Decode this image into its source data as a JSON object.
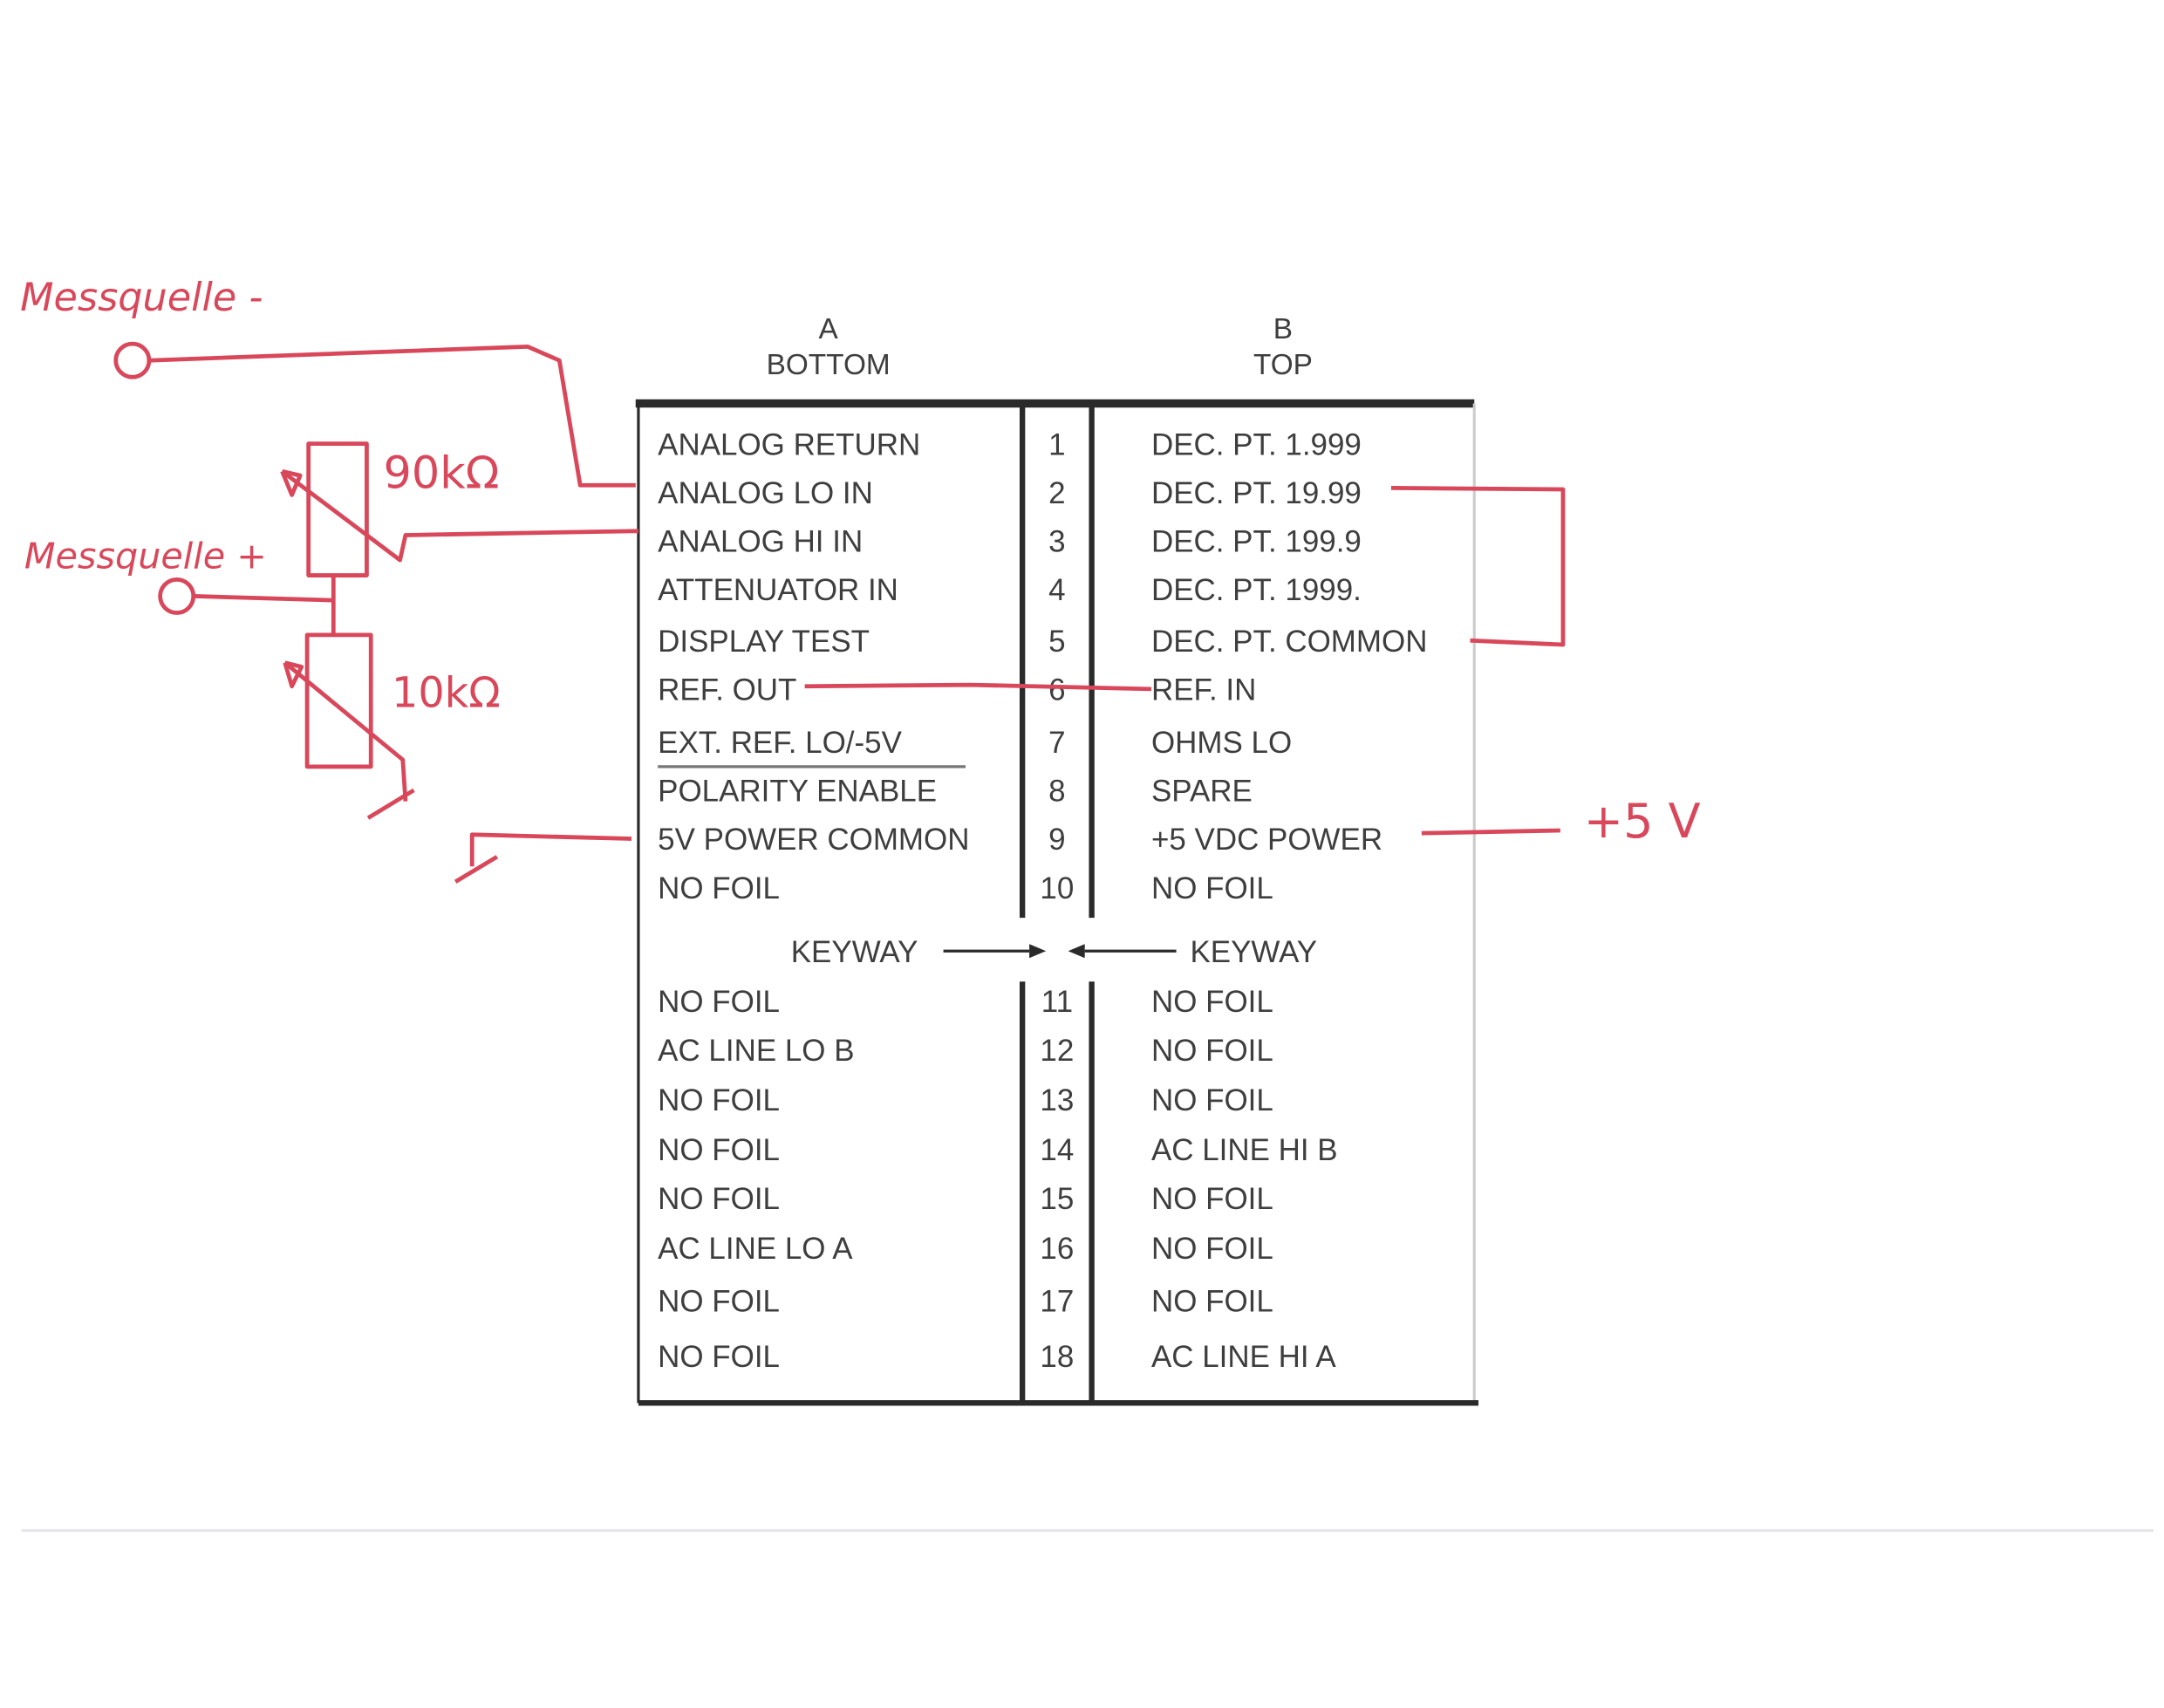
{
  "colors": {
    "ink": "#3e3e3e",
    "annotation": "#d9475a"
  },
  "headers": {
    "a_letter": "A",
    "a_label": "BOTTOM",
    "b_letter": "B",
    "b_label": "TOP"
  },
  "rows_upper": [
    {
      "a": "ANALOG RETURN",
      "pin": "1",
      "b": "DEC. PT. 1.999"
    },
    {
      "a": "ANALOG LO IN",
      "pin": "2",
      "b": "DEC. PT. 19.99"
    },
    {
      "a": "ANALOG HI IN",
      "pin": "3",
      "b": "DEC. PT. 199.9"
    },
    {
      "a": "ATTENUATOR IN",
      "pin": "4",
      "b": "DEC. PT. 1999."
    },
    {
      "a": "DISPLAY TEST",
      "pin": "5",
      "b": "DEC. PT. COMMON"
    },
    {
      "a": "REF. OUT",
      "pin": "6",
      "b": "REF. IN"
    },
    {
      "a": "EXT. REF. LO/-5V",
      "pin": "7",
      "b": "OHMS LO"
    },
    {
      "a": "POLARITY ENABLE",
      "pin": "8",
      "b": "SPARE"
    },
    {
      "a": "5V POWER COMMON",
      "pin": "9",
      "b": "+5 VDC POWER"
    },
    {
      "a": "NO FOIL",
      "pin": "10",
      "b": "NO FOIL"
    }
  ],
  "keyway": {
    "left": "KEYWAY",
    "right": "KEYWAY"
  },
  "rows_lower": [
    {
      "a": "NO FOIL",
      "pin": "11",
      "b": "NO FOIL"
    },
    {
      "a": "AC LINE LO B",
      "pin": "12",
      "b": "NO FOIL"
    },
    {
      "a": "NO FOIL",
      "pin": "13",
      "b": "NO FOIL"
    },
    {
      "a": "NO FOIL",
      "pin": "14",
      "b": "AC LINE HI B"
    },
    {
      "a": "NO FOIL",
      "pin": "15",
      "b": "NO FOIL"
    },
    {
      "a": "AC LINE LO A",
      "pin": "16",
      "b": "NO FOIL"
    },
    {
      "a": "NO FOIL",
      "pin": "17",
      "b": "NO FOIL"
    },
    {
      "a": "NO FOIL",
      "pin": "18",
      "b": "AC LINE HI A"
    }
  ],
  "annotations": {
    "source_minus": "Messquelle -",
    "source_plus": "Messquelle +",
    "r_upper": "90kΩ",
    "r_lower": "10kΩ",
    "supply": "+5 V"
  }
}
